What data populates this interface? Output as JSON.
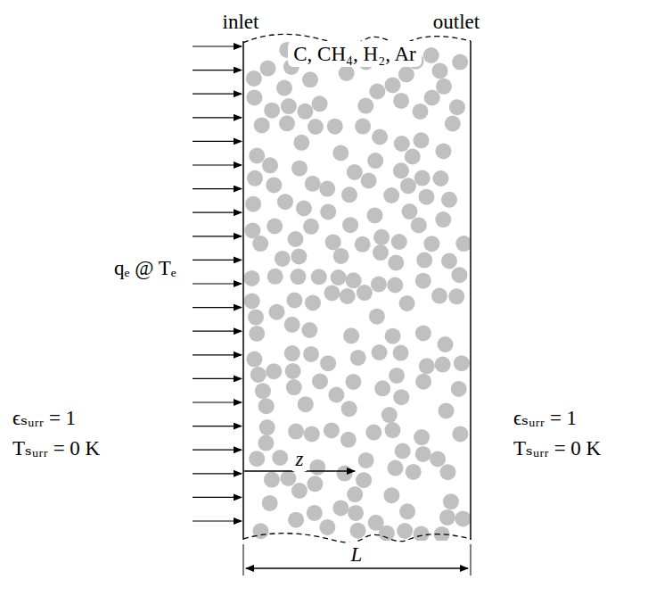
{
  "diagram": {
    "labels": [
      "inlet",
      "outlet",
      "C, CH₄, H₂, Ar",
      "qₑ @ Tₑ",
      "ϵₛᵤᵣᵣ = 1",
      "Tₛᵤᵣᵣ = 0 K",
      "ϵₛᵤᵣᵣ = 1",
      "Tₛᵤᵣᵣ = 0 K",
      "z",
      "L"
    ]
  }
}
